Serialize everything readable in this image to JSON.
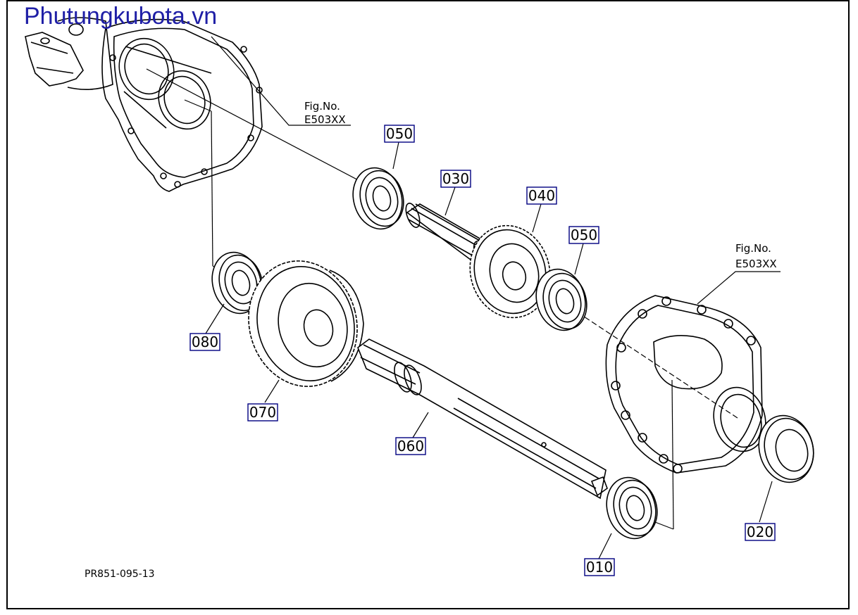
{
  "watermark": "Phutungkubota.vn",
  "diagram_code": "PR851-095-13",
  "fig_refs": [
    {
      "line1": "Fig.No.",
      "line2": "E503XX"
    },
    {
      "line1": "Fig.No.",
      "line2": "E503XX"
    }
  ],
  "parts": {
    "p050a": "050",
    "p030": "030",
    "p040": "040",
    "p050b": "050",
    "p080": "080",
    "p070": "070",
    "p060": "060",
    "p020": "020",
    "p010": "010"
  },
  "colors": {
    "label_border": "#000080",
    "watermark": "#1f1fa6",
    "line": "#000000"
  }
}
